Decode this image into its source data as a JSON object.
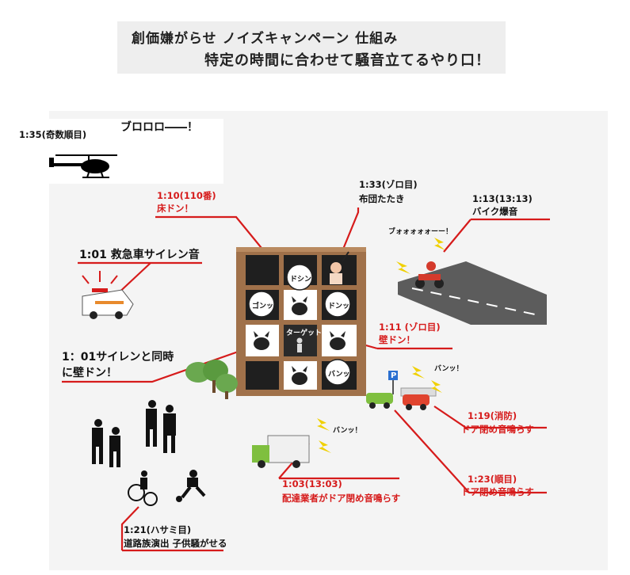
{
  "header": {
    "line1": "創価嫌がらせ ノイズキャンペーン 仕組み",
    "line2": "特定の時間に合わせて騒音立てるやり口！"
  },
  "helicopter": {
    "time": "1:35(奇数順目)",
    "sound": "ブロロロ――！"
  },
  "building": {
    "target_label": "ターゲット",
    "sounds": [
      "ドシン",
      "ゴンッ",
      "ドンッ",
      "バンッ"
    ]
  },
  "labels": {
    "futon_time": "1:33(ゾロ目)",
    "futon_desc": "布団たたき",
    "floor_time": "1:10(110番)",
    "floor_desc": "床ドン！",
    "bike_time": "1:13(13:13)",
    "bike_desc": "バイク爆音",
    "bike_sound": "ブォォォォォーー！",
    "ambulance": "1:01 救急車サイレン音",
    "siren_wall_1": "1：01サイレンと同時",
    "siren_wall_2": "に壁ドン！",
    "wall_time": "1:11 (ゾロ目)",
    "wall_desc": "壁ドン！",
    "parking_sign": "P",
    "parking_sound": "バンッ！",
    "fire_time": "1:19(消防)",
    "fire_desc": "ドア閉め音鳴らす",
    "order_time": "1:23(順目)",
    "order_desc": "ドア閉め音鳴らす",
    "truck_sound": "バンッ！",
    "delivery_time": "1:03(13:03)",
    "delivery_desc": "配達業者がドア閉め音鳴らす",
    "kids_time": "1:21(ハサミ目)",
    "kids_desc": "道路族演出 子供騒がせる"
  },
  "colors": {
    "line_red": "#d61b1b",
    "shelf_wood": "#a0714a",
    "road_gray": "#5c5c5c"
  }
}
